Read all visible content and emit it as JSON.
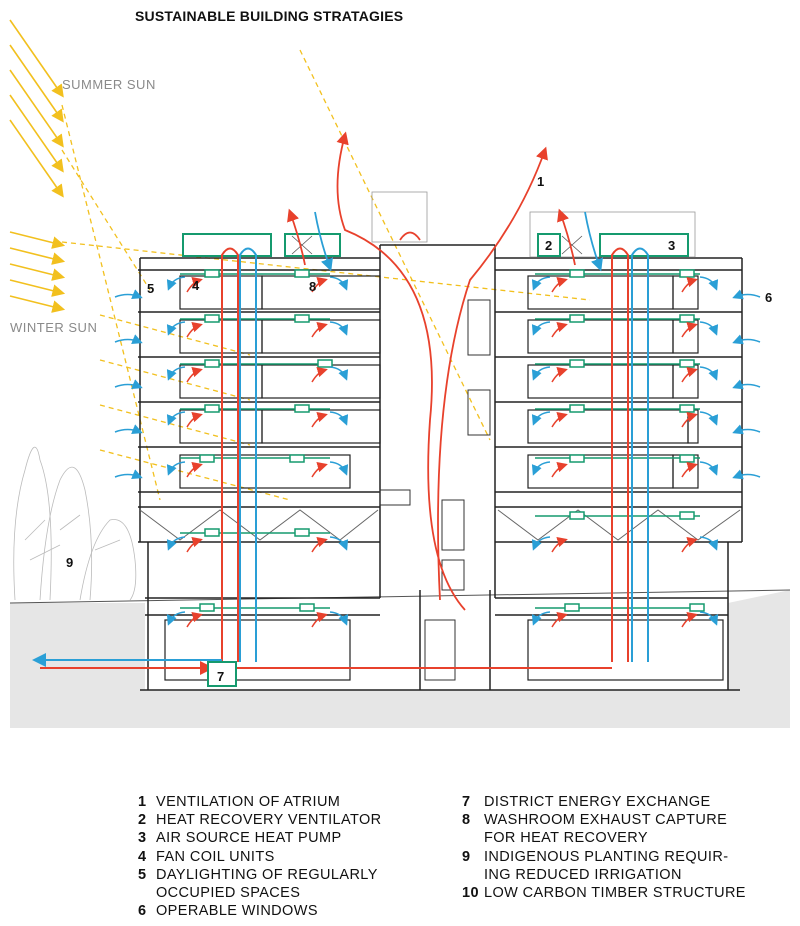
{
  "title": "SUSTAINABLE BUILDING STRATAGIES",
  "sun_labels": {
    "summer": "SUMMER SUN",
    "winter": "WINTER SUN"
  },
  "callouts": [
    "1",
    "2",
    "3",
    "4",
    "5",
    "6",
    "7",
    "8",
    "9"
  ],
  "legend_left": [
    {
      "num": "1",
      "text": "VENTILATION OF ATRIUM"
    },
    {
      "num": "2",
      "text": "HEAT RECOVERY VENTILATOR"
    },
    {
      "num": "3",
      "text": "AIR SOURCE HEAT PUMP"
    },
    {
      "num": "4",
      "text": "FAN COIL UNITS"
    },
    {
      "num": "5",
      "text": "DAYLIGHTING OF REGULARLY\nOCCUPIED SPACES"
    },
    {
      "num": "6",
      "text": "OPERABLE WINDOWS"
    }
  ],
  "legend_right": [
    {
      "num": "7",
      "text": "DISTRICT ENERGY EXCHANGE"
    },
    {
      "num": "8",
      "text": "WASHROOM EXHAUST CAPTURE\nFOR HEAT RECOVERY"
    },
    {
      "num": "9",
      "text": "INDIGENOUS PLANTING REQUIR-\nING REDUCED IRRIGATION"
    },
    {
      "num": "10",
      "text": "LOW CARBON TIMBER STRUCTURE"
    }
  ],
  "colors": {
    "sun": "#f2c01e",
    "warm_air": "#e8412c",
    "cool_air": "#2a9fd6",
    "equipment": "#159a6e",
    "structure": "#222222",
    "ground": "#e6e6e6"
  }
}
